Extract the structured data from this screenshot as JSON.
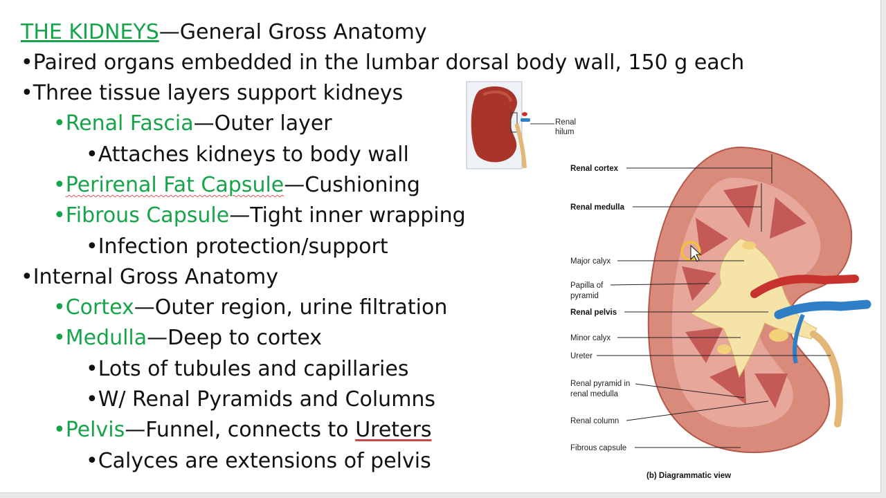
{
  "slide": {
    "title_term": "THE KIDNEYS",
    "title_rest": "—General Gross Anatomy",
    "lines": [
      {
        "bullet": "•",
        "text": "Paired organs embedded in the lumbar dorsal body wall, 150 g each"
      },
      {
        "bullet": "•",
        "text": "Three tissue layers support kidneys"
      },
      {
        "bullet": "•",
        "term": "Renal Fascia",
        "text": "—Outer layer"
      },
      {
        "bullet": "•",
        "text": "Attaches kidneys to body wall"
      },
      {
        "bullet": "•",
        "term": "Perirenal Fat Capsule",
        "text": "—Cushioning"
      },
      {
        "bullet": "•",
        "term": "Fibrous Capsule",
        "text": "—Tight inner wrapping"
      },
      {
        "bullet": "•",
        "text": "Infection protection/support"
      },
      {
        "bullet": "•",
        "text": "Internal Gross Anatomy"
      },
      {
        "bullet": "•",
        "term": "Cortex",
        "text": "—Outer region, urine filtration"
      },
      {
        "bullet": "•",
        "term": "Medulla",
        "text": "—Deep to cortex"
      },
      {
        "bullet": "•",
        "text": "Lots of tubules and capillaries"
      },
      {
        "bullet": "•",
        "text": "W/ Renal Pyramids and Columns"
      },
      {
        "bullet": "•",
        "term": "Pelvis",
        "text": "—Funnel, connects to ",
        "text2": "Ureters"
      },
      {
        "bullet": "•",
        "text": "Calyces are extensions of pelvis"
      }
    ]
  },
  "figure": {
    "inset_label_1": "Renal",
    "inset_label_2": "hilum",
    "labels": {
      "renal_cortex": "Renal cortex",
      "renal_medulla": "Renal medulla",
      "major_calyx": "Major calyx",
      "papilla_1": "Papilla of",
      "papilla_2": "pyramid",
      "renal_pelvis": "Renal pelvis",
      "minor_calyx": "Minor calyx",
      "ureter": "Ureter",
      "pyramid_1": "Renal pyramid in",
      "pyramid_2": "renal medulla",
      "renal_column": "Renal column",
      "fibrous_capsule": "Fibrous capsule"
    },
    "caption": "(b) Diagrammatic view"
  },
  "colors": {
    "term_green": "#16a34a",
    "text": "#111111",
    "cortex": "#d98a7a",
    "medulla": "#c45a55",
    "fat": "#f1d27a",
    "artery": "#c8322e",
    "vein": "#2f7fc7"
  }
}
